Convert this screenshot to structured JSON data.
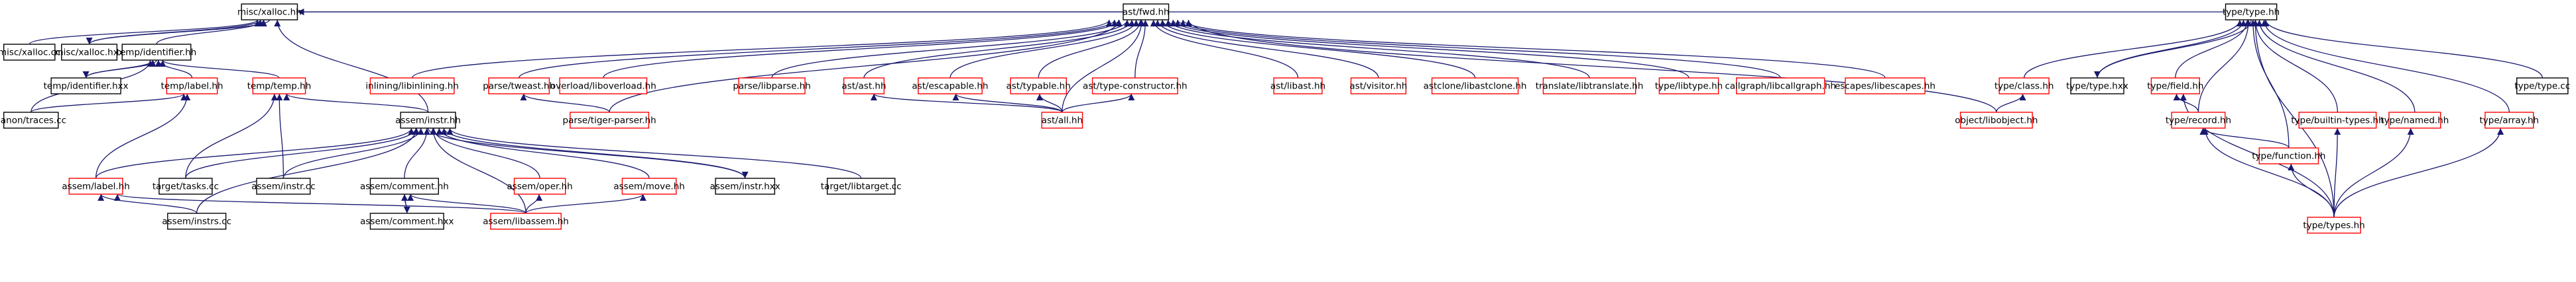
{
  "colors": {
    "background": "#ffffff",
    "edge": "#191970",
    "node_border_default": "#000000",
    "node_border_incomplete": "#ff0000",
    "root_fill": "#bfbfbf",
    "text": "#000000"
  },
  "nodes": [
    {
      "id": "misc_xalloc_hh",
      "label": "misc/xalloc.hh",
      "style": "root"
    },
    {
      "id": "misc_xalloc_cc",
      "label": "misc/xalloc.cc",
      "style": "default"
    },
    {
      "id": "misc_xalloc_hxx",
      "label": "misc/xalloc.hxx",
      "style": "default"
    },
    {
      "id": "temp_identifier_hh",
      "label": "temp/identifier.hh",
      "style": "default"
    },
    {
      "id": "temp_identifier_hxx",
      "label": "temp/identifier.hxx",
      "style": "default"
    },
    {
      "id": "temp_label_hh",
      "label": "temp/label.hh",
      "style": "incomplete"
    },
    {
      "id": "temp_temp_hh",
      "label": "temp/temp.hh",
      "style": "incomplete"
    },
    {
      "id": "canon_traces_cc",
      "label": "canon/traces.cc",
      "style": "default"
    },
    {
      "id": "assem_instr_hh",
      "label": "assem/instr.hh",
      "style": "default"
    },
    {
      "id": "assem_label_hh",
      "label": "assem/label.hh",
      "style": "incomplete"
    },
    {
      "id": "target_tasks_cc",
      "label": "target/tasks.cc",
      "style": "default"
    },
    {
      "id": "assem_instr_cc",
      "label": "assem/instr.cc",
      "style": "default"
    },
    {
      "id": "assem_comment_hh",
      "label": "assem/comment.hh",
      "style": "default"
    },
    {
      "id": "assem_oper_hh",
      "label": "assem/oper.hh",
      "style": "incomplete"
    },
    {
      "id": "assem_move_hh",
      "label": "assem/move.hh",
      "style": "incomplete"
    },
    {
      "id": "assem_instr_hxx",
      "label": "assem/instr.hxx",
      "style": "default"
    },
    {
      "id": "target_libtarget_cc",
      "label": "target/libtarget.cc",
      "style": "default"
    },
    {
      "id": "assem_instrs_cc",
      "label": "assem/instrs.cc",
      "style": "default"
    },
    {
      "id": "assem_comment_hxx",
      "label": "assem/comment.hxx",
      "style": "default"
    },
    {
      "id": "assem_libassem_hh",
      "label": "assem/libassem.hh",
      "style": "incomplete"
    },
    {
      "id": "ast_fwd_hh",
      "label": "ast/fwd.hh",
      "style": "default"
    },
    {
      "id": "inlining_libinlining_hh",
      "label": "inlining/libinlining.hh",
      "style": "incomplete"
    },
    {
      "id": "parse_tweast_hh",
      "label": "parse/tweast.hh",
      "style": "incomplete"
    },
    {
      "id": "overload_liboverload_hh",
      "label": "overload/liboverload.hh",
      "style": "incomplete"
    },
    {
      "id": "parse_libparse_hh",
      "label": "parse/libparse.hh",
      "style": "incomplete"
    },
    {
      "id": "ast_ast_hh",
      "label": "ast/ast.hh",
      "style": "incomplete"
    },
    {
      "id": "ast_escapable_hh",
      "label": "ast/escapable.hh",
      "style": "incomplete"
    },
    {
      "id": "ast_typable_hh",
      "label": "ast/typable.hh",
      "style": "incomplete"
    },
    {
      "id": "ast_type_constructor_hh",
      "label": "ast/type-constructor.hh",
      "style": "incomplete"
    },
    {
      "id": "ast_libast_hh",
      "label": "ast/libast.hh",
      "style": "incomplete"
    },
    {
      "id": "ast_visitor_hh",
      "label": "ast/visitor.hh",
      "style": "incomplete"
    },
    {
      "id": "astclone_libastclone_hh",
      "label": "astclone/libastclone.hh",
      "style": "incomplete"
    },
    {
      "id": "translate_libtranslate_hh",
      "label": "translate/libtranslate.hh",
      "style": "incomplete"
    },
    {
      "id": "type_libtype_hh",
      "label": "type/libtype.hh",
      "style": "incomplete"
    },
    {
      "id": "callgraph_libcallgraph_hh",
      "label": "callgraph/libcallgraph.hh",
      "style": "incomplete"
    },
    {
      "id": "escapes_libescapes_hh",
      "label": "escapes/libescapes.hh",
      "style": "incomplete"
    },
    {
      "id": "parse_tiger_parser_hh",
      "label": "parse/tiger-parser.hh",
      "style": "incomplete"
    },
    {
      "id": "ast_all_hh",
      "label": "ast/all.hh",
      "style": "incomplete"
    },
    {
      "id": "object_libobject_hh",
      "label": "object/libobject.hh",
      "style": "incomplete"
    },
    {
      "id": "type_type_hh",
      "label": "type/type.hh",
      "style": "default"
    },
    {
      "id": "type_class_hh",
      "label": "type/class.hh",
      "style": "incomplete"
    },
    {
      "id": "type_type_hxx",
      "label": "type/type.hxx",
      "style": "default"
    },
    {
      "id": "type_field_hh",
      "label": "type/field.hh",
      "style": "incomplete"
    },
    {
      "id": "type_record_hh",
      "label": "type/record.hh",
      "style": "incomplete"
    },
    {
      "id": "type_builtin_types_hh",
      "label": "type/builtin-types.hh",
      "style": "incomplete"
    },
    {
      "id": "type_named_hh",
      "label": "type/named.hh",
      "style": "incomplete"
    },
    {
      "id": "type_array_hh",
      "label": "type/array.hh",
      "style": "incomplete"
    },
    {
      "id": "type_type_cc",
      "label": "type/type.cc",
      "style": "default"
    },
    {
      "id": "type_function_hh",
      "label": "type/function.hh",
      "style": "incomplete"
    },
    {
      "id": "type_types_hh",
      "label": "type/types.hh",
      "style": "incomplete"
    }
  ],
  "edges": [
    [
      "misc_xalloc_hh",
      "misc_xalloc_cc"
    ],
    [
      "misc_xalloc_hh",
      "misc_xalloc_hxx"
    ],
    [
      "misc_xalloc_hxx",
      "misc_xalloc_hh"
    ],
    [
      "misc_xalloc_hh",
      "temp_identifier_hh"
    ],
    [
      "misc_xalloc_hh",
      "assem_instr_hh"
    ],
    [
      "misc_xalloc_hh",
      "ast_fwd_hh"
    ],
    [
      "misc_xalloc_hh",
      "type_type_hh"
    ],
    [
      "temp_identifier_hh",
      "temp_identifier_hxx"
    ],
    [
      "temp_identifier_hxx",
      "temp_identifier_hh"
    ],
    [
      "temp_identifier_hh",
      "temp_label_hh"
    ],
    [
      "temp_identifier_hh",
      "temp_temp_hh"
    ],
    [
      "temp_identifier_hh",
      "canon_traces_cc"
    ],
    [
      "temp_label_hh",
      "canon_traces_cc"
    ],
    [
      "temp_label_hh",
      "assem_label_hh"
    ],
    [
      "temp_temp_hh",
      "assem_instr_hh"
    ],
    [
      "temp_temp_hh",
      "target_tasks_cc"
    ],
    [
      "temp_temp_hh",
      "assem_instr_cc"
    ],
    [
      "assem_instr_hh",
      "assem_label_hh"
    ],
    [
      "assem_instr_hh",
      "target_tasks_cc"
    ],
    [
      "assem_instr_hh",
      "assem_instr_cc"
    ],
    [
      "assem_instr_hh",
      "assem_comment_hh"
    ],
    [
      "assem_instr_hh",
      "assem_oper_hh"
    ],
    [
      "assem_instr_hh",
      "assem_move_hh"
    ],
    [
      "assem_instr_hh",
      "assem_instr_hxx"
    ],
    [
      "assem_instr_hxx",
      "assem_instr_hh"
    ],
    [
      "assem_instr_hh",
      "target_libtarget_cc"
    ],
    [
      "assem_instr_hh",
      "assem_instrs_cc"
    ],
    [
      "assem_instr_hh",
      "assem_libassem_hh"
    ],
    [
      "assem_label_hh",
      "assem_instrs_cc"
    ],
    [
      "assem_label_hh",
      "assem_libassem_hh"
    ],
    [
      "assem_comment_hh",
      "assem_comment_hxx"
    ],
    [
      "assem_comment_hxx",
      "assem_comment_hh"
    ],
    [
      "assem_comment_hh",
      "assem_libassem_hh"
    ],
    [
      "assem_oper_hh",
      "assem_libassem_hh"
    ],
    [
      "assem_move_hh",
      "assem_libassem_hh"
    ],
    [
      "ast_fwd_hh",
      "inlining_libinlining_hh"
    ],
    [
      "ast_fwd_hh",
      "parse_tweast_hh"
    ],
    [
      "ast_fwd_hh",
      "overload_liboverload_hh"
    ],
    [
      "ast_fwd_hh",
      "parse_libparse_hh"
    ],
    [
      "ast_fwd_hh",
      "ast_ast_hh"
    ],
    [
      "ast_fwd_hh",
      "ast_escapable_hh"
    ],
    [
      "ast_fwd_hh",
      "ast_typable_hh"
    ],
    [
      "ast_fwd_hh",
      "ast_type_constructor_hh"
    ],
    [
      "ast_fwd_hh",
      "ast_libast_hh"
    ],
    [
      "ast_fwd_hh",
      "ast_visitor_hh"
    ],
    [
      "ast_fwd_hh",
      "astclone_libastclone_hh"
    ],
    [
      "ast_fwd_hh",
      "translate_libtranslate_hh"
    ],
    [
      "ast_fwd_hh",
      "type_libtype_hh"
    ],
    [
      "ast_fwd_hh",
      "callgraph_libcallgraph_hh"
    ],
    [
      "ast_fwd_hh",
      "escapes_libescapes_hh"
    ],
    [
      "ast_fwd_hh",
      "parse_tiger_parser_hh"
    ],
    [
      "ast_fwd_hh",
      "ast_all_hh"
    ],
    [
      "ast_fwd_hh",
      "object_libobject_hh"
    ],
    [
      "parse_tweast_hh",
      "parse_tiger_parser_hh"
    ],
    [
      "ast_ast_hh",
      "ast_all_hh"
    ],
    [
      "ast_escapable_hh",
      "ast_all_hh"
    ],
    [
      "ast_typable_hh",
      "ast_all_hh"
    ],
    [
      "ast_type_constructor_hh",
      "ast_all_hh"
    ],
    [
      "type_type_hh",
      "type_class_hh"
    ],
    [
      "type_type_hh",
      "type_type_hxx"
    ],
    [
      "type_type_hxx",
      "type_type_hh"
    ],
    [
      "type_type_hh",
      "type_field_hh"
    ],
    [
      "type_type_hh",
      "type_record_hh"
    ],
    [
      "type_type_hh",
      "type_builtin_types_hh"
    ],
    [
      "type_type_hh",
      "type_named_hh"
    ],
    [
      "type_type_hh",
      "type_array_hh"
    ],
    [
      "type_type_hh",
      "type_type_cc"
    ],
    [
      "type_type_hh",
      "type_function_hh"
    ],
    [
      "type_type_hh",
      "type_types_hh"
    ],
    [
      "type_class_hh",
      "object_libobject_hh"
    ],
    [
      "type_field_hh",
      "type_record_hh"
    ],
    [
      "type_field_hh",
      "type_types_hh"
    ],
    [
      "type_record_hh",
      "type_function_hh"
    ],
    [
      "type_record_hh",
      "type_types_hh"
    ],
    [
      "type_function_hh",
      "type_types_hh"
    ],
    [
      "type_builtin_types_hh",
      "type_types_hh"
    ],
    [
      "type_named_hh",
      "type_types_hh"
    ],
    [
      "type_array_hh",
      "type_types_hh"
    ]
  ]
}
